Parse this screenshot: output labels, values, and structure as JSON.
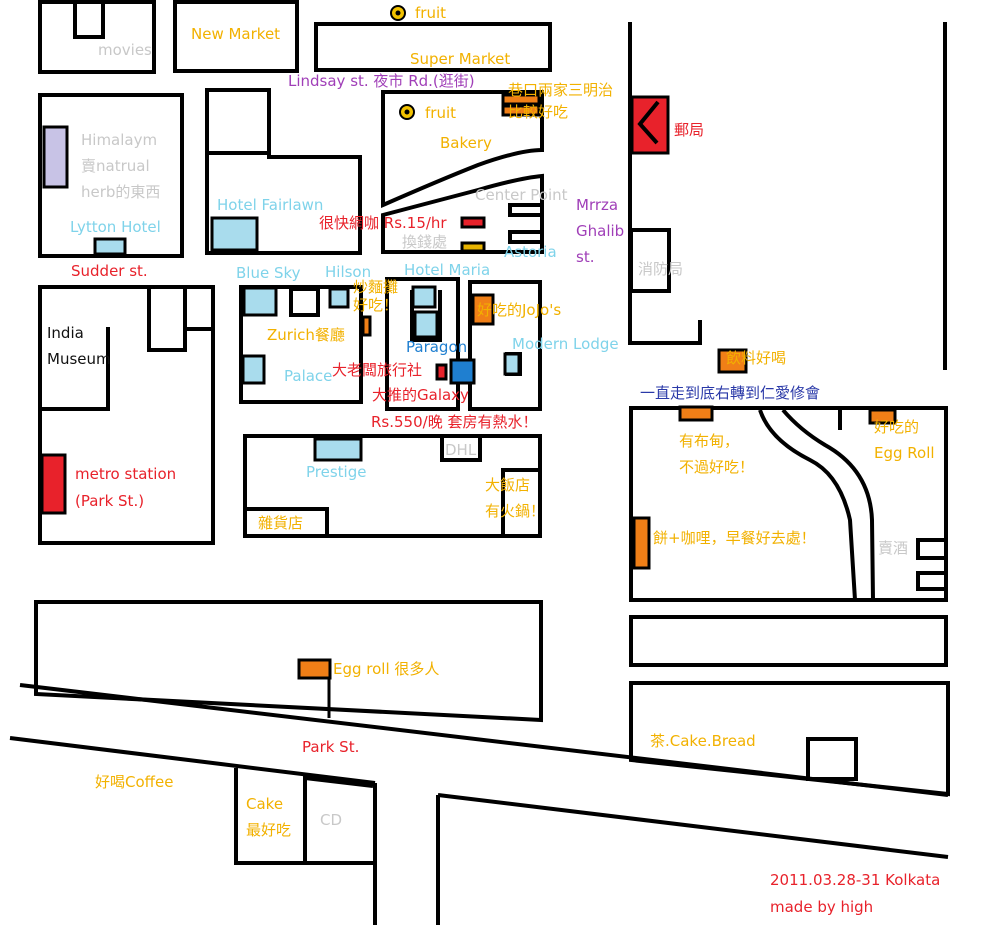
{
  "colors": {
    "orange_text": "#f2b100",
    "light_blue": "#7fd3ea",
    "red": "#e8222b",
    "purple": "#a03fb8",
    "grey": "#c8c8c8",
    "navy": "#2a39a8",
    "building_orange": "#f07f17",
    "building_blue": "#a9dced",
    "building_lavender": "#c8c3e6"
  },
  "labels": {
    "fruit_top": "fruit",
    "movies": "movies",
    "new_market": "New Market",
    "super_market": "Super Market",
    "lindsay_st": "Lindsay st. 夜市 Rd.(逛街)",
    "sandwich_note": "巷口兩家三明治\n比較好吃",
    "fruit_mid": "fruit",
    "bakery": "Bakery",
    "post_office": "郵局",
    "himalaym": "Himalaym\n賣natrual\nherb的東西",
    "center_point": "Center Point",
    "mrz": "Mrrza Ghalib st.",
    "hotel_fairlawn": "Hotel Fairlawn",
    "internet_cafe": "很快網咖 Rs.15/hr",
    "money_exchange": "換錢處",
    "astoria": "Astoria",
    "lytton_hotel": "Lytton Hotel",
    "fire_station": "消防局",
    "sudder_st": "Sudder st.",
    "blue_sky": "Blue Sky",
    "hilson": "Hilson",
    "hotel_maria": "Hotel Maria",
    "chow_mein": "炒麵攤\n好吃！",
    "jojos": "好吃的JoJo's",
    "zurich": "Zurich餐廳",
    "india_museum": "India\nMuseum",
    "paragon": "Paragon",
    "modern_lodge": "Modern Lodge",
    "drinks_good": "飲料好喝",
    "palace": "Palace",
    "old_boss_agency": "大老闆旅行社",
    "galaxy": "大推的Galaxy",
    "go_straight": "一直走到底右轉到仁愛修會",
    "galaxy_price": "Rs.550/晚 套房有熱水！",
    "dhl": "DHL",
    "has_pudding": "有布甸，\n不過好吃！",
    "good_egg_roll": "好吃的\nEgg Roll",
    "metro_station": "metro station\n(Park St.)",
    "prestige": "Prestige",
    "big_restaurant": "大飯店\n有火鍋！",
    "grocery": "雜貨店",
    "pancake_curry": "餅+咖哩，早餐好去處！",
    "sells_liquor": "賣酒",
    "egg_roll_crowd": "Egg roll 很多人",
    "tea_cake_bread": "茶.Cake.Bread",
    "park_st": "Park St.",
    "good_coffee": "好喝Coffee",
    "cake_best": "Cake\n最好吃",
    "cd": "CD",
    "date_place": "2011.03.28-31 Kolkata",
    "author": "made by high"
  },
  "icons": [
    "fruit-marker-icon",
    "post-office-flag-icon"
  ]
}
